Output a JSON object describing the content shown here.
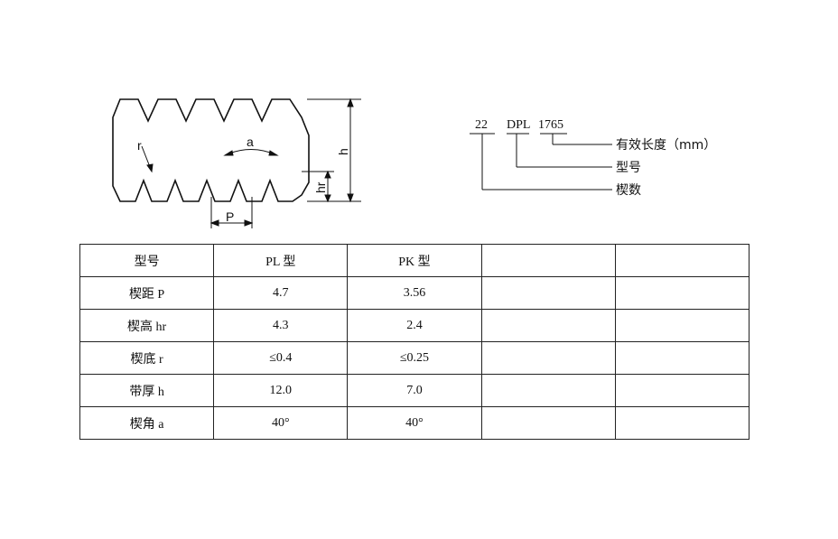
{
  "diagram": {
    "labels": {
      "r": "r",
      "a": "a",
      "h": "h",
      "hr": "hr",
      "P": "P"
    },
    "code": {
      "ribs": "22",
      "type": "DPL",
      "length": "1765",
      "legend": [
        "有效长度（mm）",
        "型号",
        "楔数"
      ]
    }
  },
  "table": {
    "header": [
      "型号",
      "PL 型",
      "PK 型",
      "",
      ""
    ],
    "rows": [
      [
        "楔距  P",
        "4.7",
        "3.56",
        "",
        ""
      ],
      [
        "楔高  hr",
        "4.3",
        "2.4",
        "",
        ""
      ],
      [
        "楔底  r",
        "≤0.4",
        "≤0.25",
        "",
        ""
      ],
      [
        "带厚  h",
        "12.0",
        "7.0",
        "",
        ""
      ],
      [
        "楔角  a",
        "40°",
        "40°",
        "",
        ""
      ]
    ]
  }
}
